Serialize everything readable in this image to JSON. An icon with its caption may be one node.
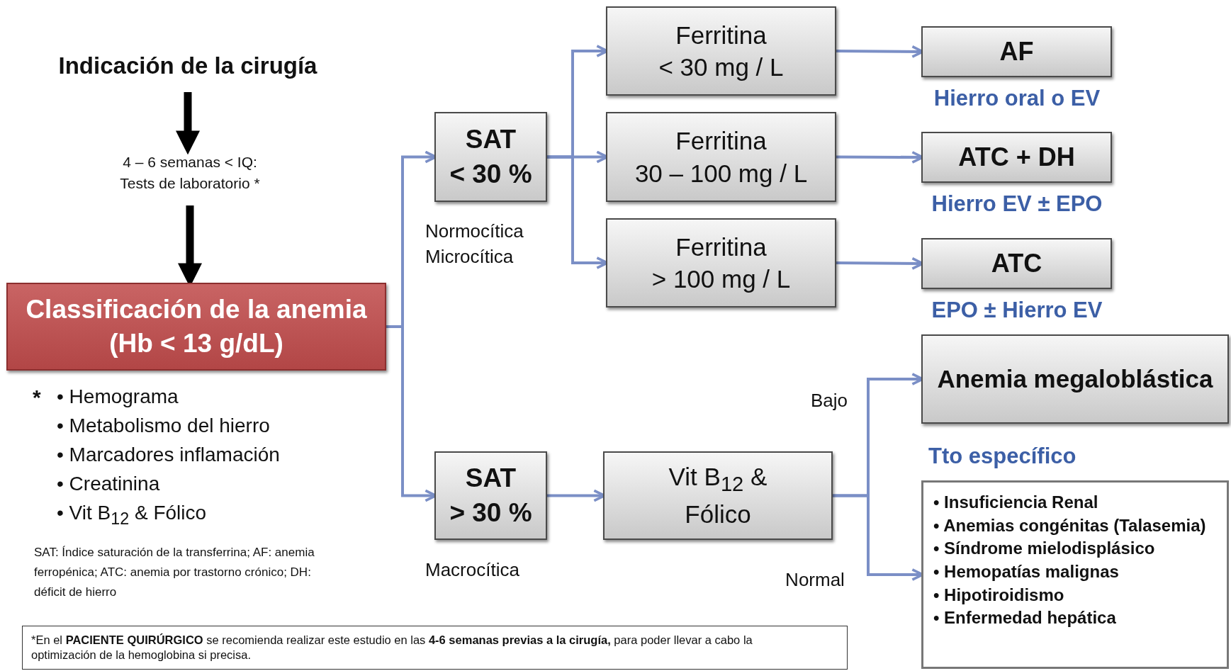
{
  "diagram": {
    "nodes": [
      {
        "text": [
          "Indicación de la cirugía"
        ]
      },
      {
        "text": [
          "4 – 6 semanas < IQ: Tests de laboratorio *"
        ]
      },
      {
        "text": [
          "Classificación de la anemia",
          "(Hb < 13 g/dL)"
        ]
      },
      {
        "text": [
          "SAT",
          "< 30 %"
        ],
        "beside": [
          "Normocítica Microcítica"
        ]
      },
      {
        "text": [
          "SAT",
          "> 30 %"
        ],
        "beside": [
          "Macrocítica"
        ]
      },
      {
        "text": [
          "Ferritina",
          "< 30 mg / L"
        ]
      },
      {
        "text": [
          "Ferritina",
          "30 – 100 mg / L"
        ]
      },
      {
        "text": [
          "Ferritina",
          "> 100 mg / L"
        ]
      },
      {
        "text": [
          "AF"
        ],
        "beside": [
          "Hierro oral o EV"
        ]
      },
      {
        "text": [
          "ATC + DH"
        ],
        "beside": [
          "Hierro EV ± EPO"
        ]
      },
      {
        "text": [
          "ATC"
        ],
        "beside": [
          "EPO ± Hierro EV"
        ]
      },
      {
        "text": [
          "Vit B$_{12}$ &",
          "Fólico"
        ]
      },
      {
        "text": [
          "Anemia megaloblástica"
        ],
        "beside": [
          "Tto específico"
        ]
      },
      {
        "text": [
          "• Insuficiencia Renal",
          "• Anemias congénitas (Talasemia)",
          "• Síndrome mielodisplásico",
          "• Hemopatías malignas",
          "• Hipotiroidismo",
          "• Enfermedad hepática"
        ]
      },
      {
        "text": [
          "*En el **PACIENTE QUIRÚRGICO** se recomienda realizar este estudio en las **4-6 semanas previas a la cirugía,** para poder llevar a cabo la optimización de la hemoglobina si precisa."
        ]
      }
    ],
    "edges": [
      {
        "from": 0,
        "to": 1,
        "arrow": "to",
        "style": "thick",
        "color": "#000000"
      },
      {
        "from": 1,
        "to": 2,
        "arrow": "to",
        "style": "thick",
        "color": "#000000"
      },
      {
        "from": 2,
        "to": 3,
        "arrow": "to"
      },
      {
        "from": 2,
        "to": 4,
        "arrow": "to"
      },
      {
        "from": 3,
        "to": 5,
        "arrow": "to"
      },
      {
        "from": 3,
        "to": 6,
        "arrow": "to"
      },
      {
        "from": 3,
        "to": 7,
        "arrow": "to"
      },
      {
        "from": 5,
        "to": 8,
        "arrow": "to"
      },
      {
        "from": 6,
        "to": 9,
        "arrow": "to"
      },
      {
        "from": 7,
        "to": 10,
        "arrow": "to"
      },
      {
        "from": 4,
        "to": 11,
        "arrow": "to"
      },
      {
        "from": 11,
        "to": 12,
        "arrow": "to",
        "label": "Bajo"
      },
      {
        "from": 11,
        "to": 13,
        "arrow": "to",
        "label": "Normal"
      }
    ],
    "labels": [
      "*",
      "• Hemograma",
      "• Metabolismo del hierro",
      "• Marcadores inflamación",
      "• Creatinina",
      "• Vit B$_{12}$ & Fólico",
      "SAT: Índice saturación de la transferrina; AF: anemia ferropénica; ATC: anemia por trastorno crónico; DH: déficit de hierro"
    ]
  }
}
